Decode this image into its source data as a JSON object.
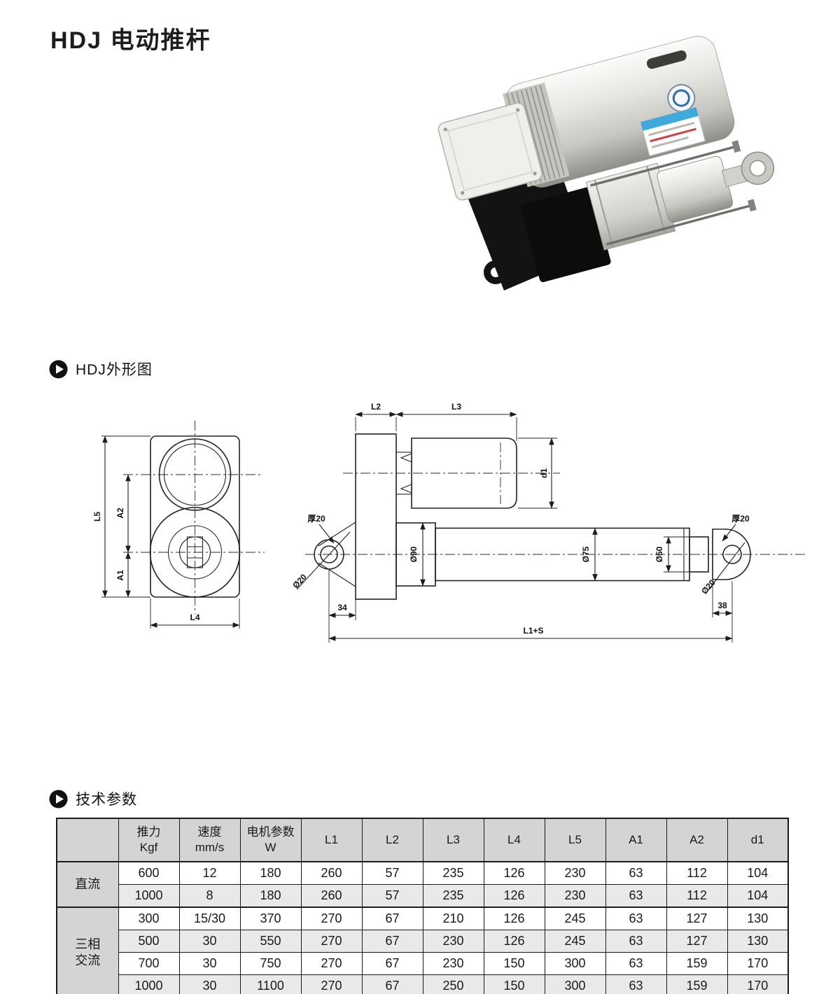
{
  "page": {
    "title": "HDJ 电动推杆"
  },
  "sections": {
    "outline_title": "HDJ外形图",
    "specs_title": "技术参数"
  },
  "colors": {
    "table_header_bg": "#d4d4d4",
    "table_alt_row_bg": "#e9e9e9",
    "line_color": "#222222",
    "sticker_blue": "#3fa9dc"
  },
  "drawing": {
    "front_view": {
      "dim_L5": "L5",
      "dim_A2": "A2",
      "dim_A1": "A1",
      "dim_L4": "L4"
    },
    "side_view": {
      "dim_L2": "L2",
      "dim_L3": "L3",
      "dim_d1": "d1",
      "thickness_left": "厚20",
      "hole_left": "Ø20",
      "dim_34": "34",
      "dia_gearbox": "Ø90",
      "dia_tube": "Ø75",
      "dia_rod": "Ø50",
      "thickness_right": "厚20",
      "hole_right": "Ø20",
      "dim_38": "38",
      "dim_total": "L1+S"
    }
  },
  "table": {
    "columns": [
      {
        "title": "推力",
        "unit": "Kgf"
      },
      {
        "title": "速度",
        "unit": "mm/s"
      },
      {
        "title": "电机参数",
        "unit": "W"
      },
      {
        "title": "L1"
      },
      {
        "title": "L2"
      },
      {
        "title": "L3"
      },
      {
        "title": "L4"
      },
      {
        "title": "L5"
      },
      {
        "title": "A1"
      },
      {
        "title": "A2"
      },
      {
        "title": "d1"
      }
    ],
    "groups": [
      {
        "label": "直流",
        "rows": [
          [
            "600",
            "12",
            "180",
            "260",
            "57",
            "235",
            "126",
            "230",
            "63",
            "112",
            "104"
          ],
          [
            "1000",
            "8",
            "180",
            "260",
            "57",
            "235",
            "126",
            "230",
            "63",
            "112",
            "104"
          ]
        ]
      },
      {
        "label": "三相\n交流",
        "rows": [
          [
            "300",
            "15/30",
            "370",
            "270",
            "67",
            "210",
            "126",
            "245",
            "63",
            "127",
            "130"
          ],
          [
            "500",
            "30",
            "550",
            "270",
            "67",
            "230",
            "126",
            "245",
            "63",
            "127",
            "130"
          ],
          [
            "700",
            "30",
            "750",
            "270",
            "67",
            "230",
            "150",
            "300",
            "63",
            "159",
            "170"
          ],
          [
            "1000",
            "30",
            "1100",
            "270",
            "67",
            "250",
            "150",
            "300",
            "63",
            "159",
            "170"
          ]
        ]
      }
    ]
  }
}
